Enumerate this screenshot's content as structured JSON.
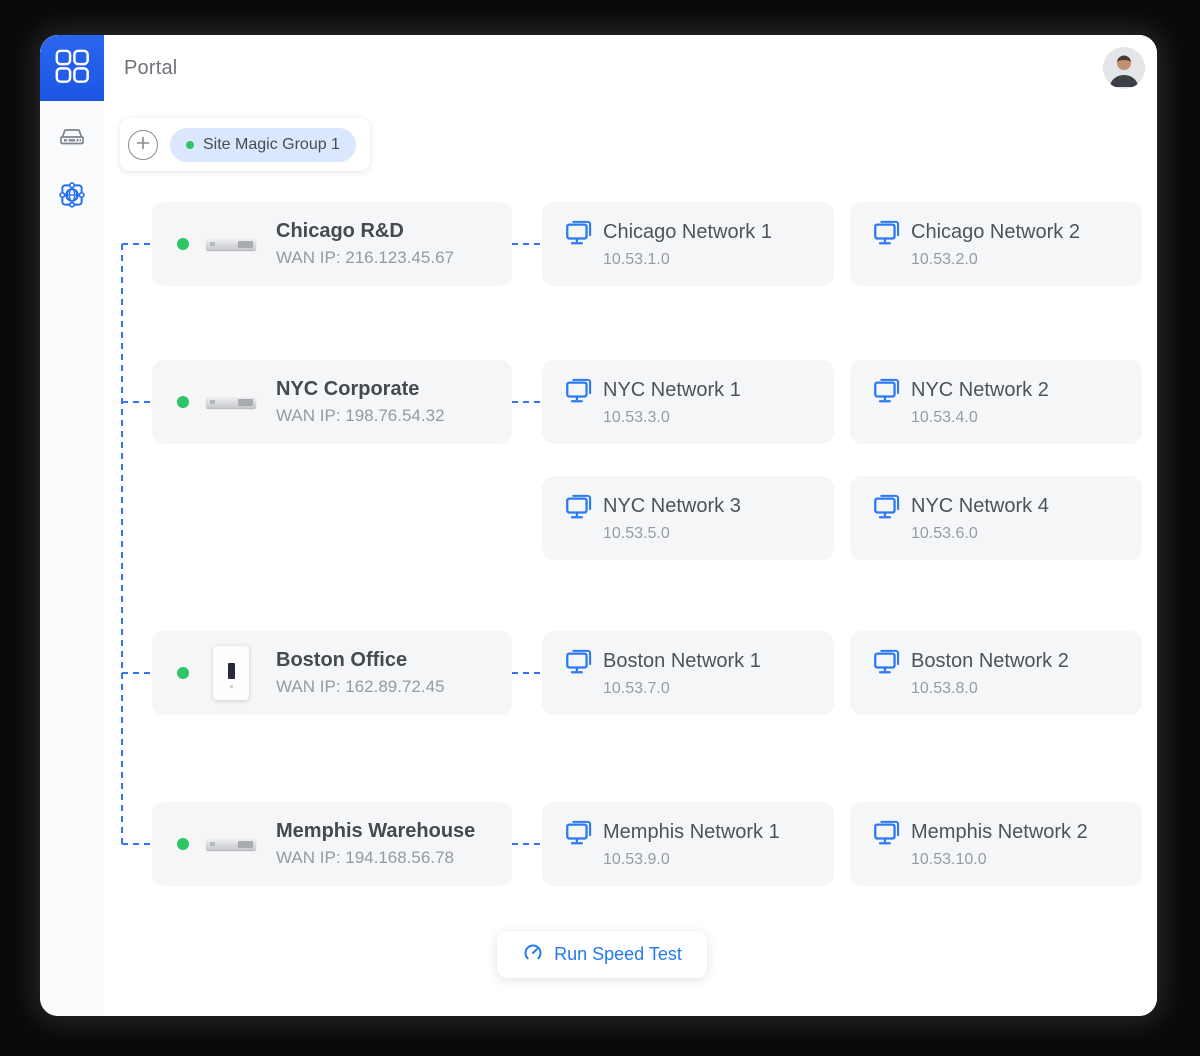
{
  "header": {
    "title": "Portal"
  },
  "sidebar": {
    "items": [
      {
        "name": "devices",
        "icon": "gateway-device-icon",
        "active": false
      },
      {
        "name": "site-magic",
        "icon": "globe-frame-icon",
        "active": true
      }
    ]
  },
  "group": {
    "add_icon": "plus-circle-icon",
    "chip": {
      "label": "Site Magic Group 1",
      "status_color": "#2fc565",
      "bg": "#dbe7fc"
    }
  },
  "sites": [
    {
      "name": "Chicago R&D",
      "wan": "WAN IP: 216.123.45.67",
      "device": "rack-gateway",
      "status": "online"
    },
    {
      "name": "NYC Corporate",
      "wan": "WAN IP: 198.76.54.32",
      "device": "rack-gateway",
      "status": "online"
    },
    {
      "name": "Boston Office",
      "wan": "WAN IP: 162.89.72.45",
      "device": "wall-gateway",
      "status": "online"
    },
    {
      "name": "Memphis Warehouse",
      "wan": "WAN IP: 194.168.56.78",
      "device": "rack-gateway",
      "status": "online"
    }
  ],
  "networks": [
    {
      "name": "Chicago Network 1",
      "subnet": "10.53.1.0"
    },
    {
      "name": "Chicago Network 2",
      "subnet": "10.53.2.0"
    },
    {
      "name": "NYC Network 1",
      "subnet": "10.53.3.0"
    },
    {
      "name": "NYC Network 2",
      "subnet": "10.53.4.0"
    },
    {
      "name": "NYC Network 3",
      "subnet": "10.53.5.0"
    },
    {
      "name": "NYC Network 4",
      "subnet": "10.53.6.0"
    },
    {
      "name": "Boston Network 1",
      "subnet": "10.53.7.0"
    },
    {
      "name": "Boston Network 2",
      "subnet": "10.53.8.0"
    },
    {
      "name": "Memphis Network 1",
      "subnet": "10.53.9.0"
    },
    {
      "name": "Memphis Network 2",
      "subnet": "10.53.10.0"
    }
  ],
  "speed_test": {
    "label": "Run Speed Test",
    "icon": "speedometer-icon"
  },
  "colors": {
    "accent_blue": "#2379f2",
    "connector_blue": "#3575f0",
    "status_green": "#2fc565",
    "card_bg": "#f5f6f8",
    "tile_blue_top": "#2a67f0",
    "tile_blue_bottom": "#1c55e4"
  }
}
